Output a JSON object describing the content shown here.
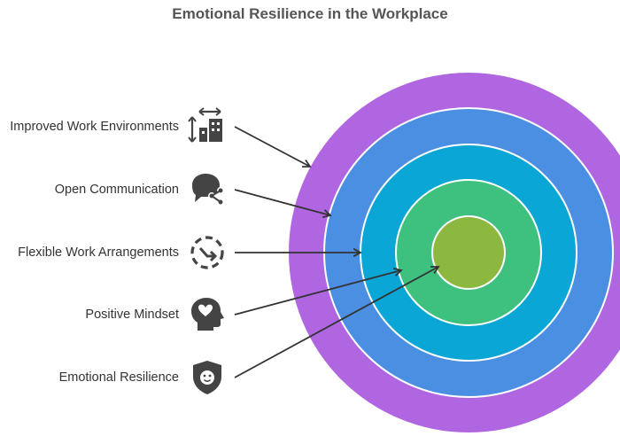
{
  "title": "Emotional Resilience in the Workplace",
  "layers": [
    {
      "label": "Improved Work Environments",
      "icon": "building-measure-icon",
      "color": "#B066E0"
    },
    {
      "label": "Open Communication",
      "icon": "chat-share-icon",
      "color": "#4A8FE2"
    },
    {
      "label": "Flexible Work Arrangements",
      "icon": "dashed-circle-arrow-icon",
      "color": "#0AA6D6"
    },
    {
      "label": "Positive Mindset",
      "icon": "head-heart-icon",
      "color": "#3EC07F"
    },
    {
      "label": "Emotional Resilience",
      "icon": "shield-face-icon",
      "color": "#8DB840"
    }
  ],
  "colors": {
    "text": "#333333",
    "icon": "#444444",
    "arrow": "#333333",
    "ring_border": "#ffffff"
  }
}
